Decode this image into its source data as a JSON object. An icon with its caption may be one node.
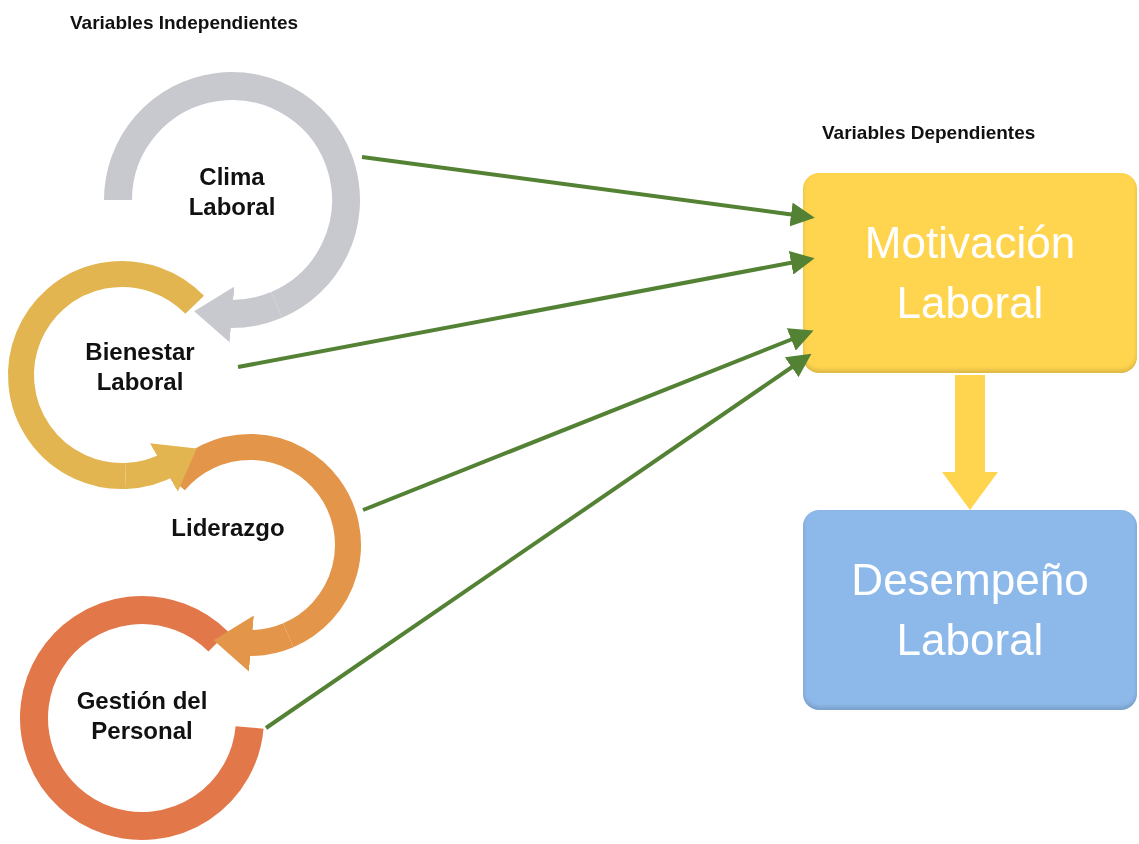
{
  "diagram": {
    "nodes": [
      {
        "text": [
          "Clima Laboral"
        ]
      },
      {
        "text": [
          "Bienestar Laboral"
        ]
      },
      {
        "text": [
          "Liderazgo"
        ]
      },
      {
        "text": [
          "Gestión del Personal"
        ]
      },
      {
        "text": [
          "Motivación Laboral"
        ]
      },
      {
        "text": [
          "Desempeño Laboral"
        ]
      }
    ],
    "edges": [
      {
        "from": 0,
        "to": 1,
        "arrow": "to",
        "style": "thick",
        "color": "#c8c9cf"
      },
      {
        "from": 1,
        "to": 2,
        "arrow": "to",
        "style": "thick",
        "color": "#e2b551"
      },
      {
        "from": 2,
        "to": 3,
        "arrow": "to",
        "style": "thick",
        "color": "#e3954a"
      },
      {
        "from": 0,
        "to": 4,
        "arrow": "to"
      },
      {
        "from": 1,
        "to": 4,
        "arrow": "to"
      },
      {
        "from": 2,
        "to": 4,
        "arrow": "to"
      },
      {
        "from": 3,
        "to": 4,
        "arrow": "to"
      },
      {
        "from": 4,
        "to": 5,
        "arrow": "to",
        "style": "thick",
        "color": "#ffd54f"
      }
    ],
    "labels": [
      "Variables Independientes",
      "Variables Dependientes"
    ]
  }
}
